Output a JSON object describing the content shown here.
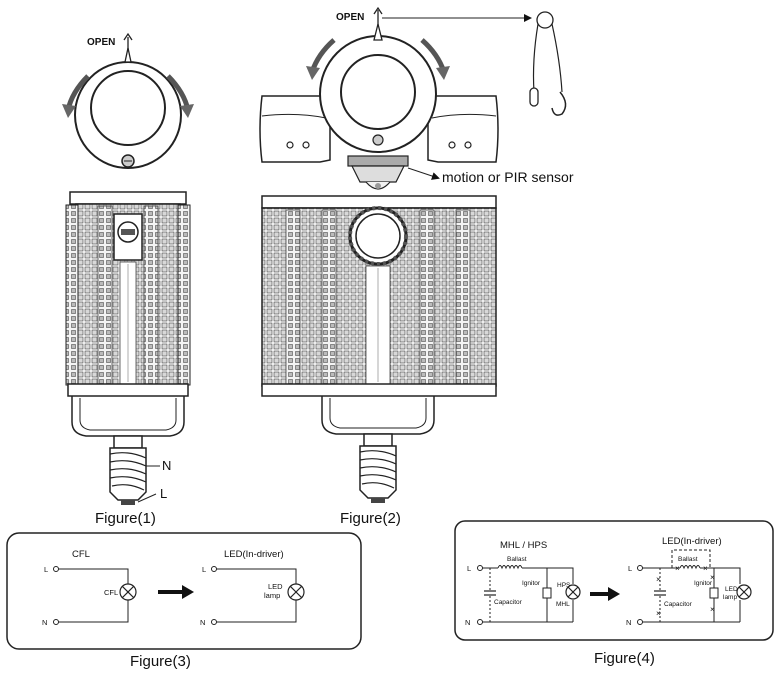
{
  "figure1": {
    "open_label": "OPEN",
    "n_label": "N",
    "l_label": "L",
    "caption": "Figure(1)"
  },
  "figure2": {
    "open_label": "OPEN",
    "sensor_label": "motion or PIR sensor",
    "caption": "Figure(2)"
  },
  "figure3": {
    "cfl_title": "CFL",
    "led_title": "LED(In-driver)",
    "cfl_lamp_label": "CFL",
    "led_lamp_line1": "LED",
    "led_lamp_line2": "lamp",
    "l_left": "L",
    "n_left": "N",
    "l_right": "L",
    "n_right": "N",
    "caption": "Figure(3)"
  },
  "figure4": {
    "hid_title": "MHL / HPS",
    "led_title": "LED(In-driver)",
    "ballast_left": "Ballast",
    "ballast_right": "Ballast",
    "ignitor_left": "Ignitor",
    "ignitor_right": "Ignitor",
    "capacitor_left": "Capacitor",
    "capacitor_right": "Capacitor",
    "hps_label": "HPS",
    "mhl_label": "MHL",
    "led_lamp_line1": "LED",
    "led_lamp_line2": "lamp",
    "l_left": "L",
    "n_left": "N",
    "l_right": "L",
    "n_right": "N",
    "caption": "Figure(4)"
  }
}
